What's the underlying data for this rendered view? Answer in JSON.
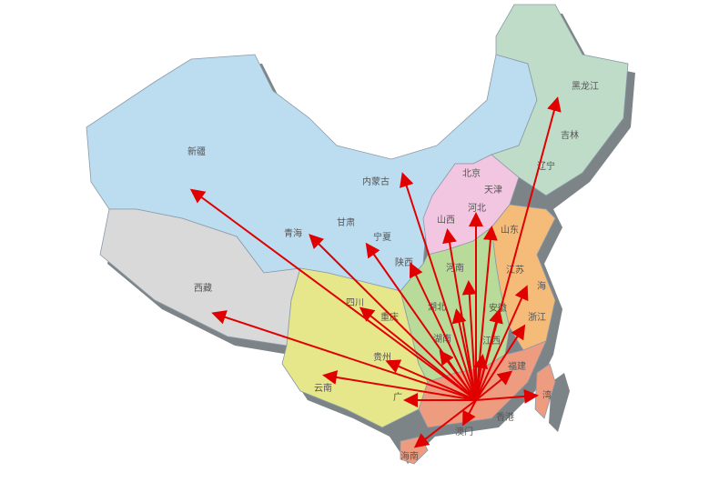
{
  "map": {
    "origin": "广东",
    "arrow_color": "#e00000",
    "region_colors": {
      "northwest": "#bcdcf0",
      "tibet": "#d9d9d9",
      "southwest": "#e6e68a",
      "central": "#b9db9a",
      "north": "#f2c6e0",
      "east": "#f5bb78",
      "south": "#ee9c80",
      "northeast": "#bfdcc8"
    },
    "labels": [
      {
        "name": "新疆"
      },
      {
        "name": "西藏"
      },
      {
        "name": "青海"
      },
      {
        "name": "甘肃"
      },
      {
        "name": "内蒙古"
      },
      {
        "name": "宁夏"
      },
      {
        "name": "陕西"
      },
      {
        "name": "北京"
      },
      {
        "name": "天津"
      },
      {
        "name": "河北"
      },
      {
        "name": "山西"
      },
      {
        "name": "山东"
      },
      {
        "name": "河南"
      },
      {
        "name": "江苏"
      },
      {
        "name": "海"
      },
      {
        "name": "安徽"
      },
      {
        "name": "浙江"
      },
      {
        "name": "湖北"
      },
      {
        "name": "四川"
      },
      {
        "name": "重庆"
      },
      {
        "name": "湖南"
      },
      {
        "name": "江西"
      },
      {
        "name": "贵州"
      },
      {
        "name": "云南"
      },
      {
        "name": "广"
      },
      {
        "name": "福建"
      },
      {
        "name": "湾"
      },
      {
        "name": "香港"
      },
      {
        "name": "澳门"
      },
      {
        "name": "海南"
      },
      {
        "name": "黑龙江"
      },
      {
        "name": "吉林"
      },
      {
        "name": "辽宁"
      }
    ],
    "arrow_destinations": [
      "新疆",
      "西藏",
      "青海",
      "宁夏",
      "内蒙古",
      "陕西",
      "山西",
      "河北",
      "山东",
      "河南",
      "湖北",
      "安徽",
      "江苏",
      "浙江",
      "黑龙江",
      "四川",
      "湖南",
      "贵州",
      "云南",
      "广西",
      "江西",
      "福建",
      "台湾",
      "澳门",
      "海南"
    ]
  }
}
